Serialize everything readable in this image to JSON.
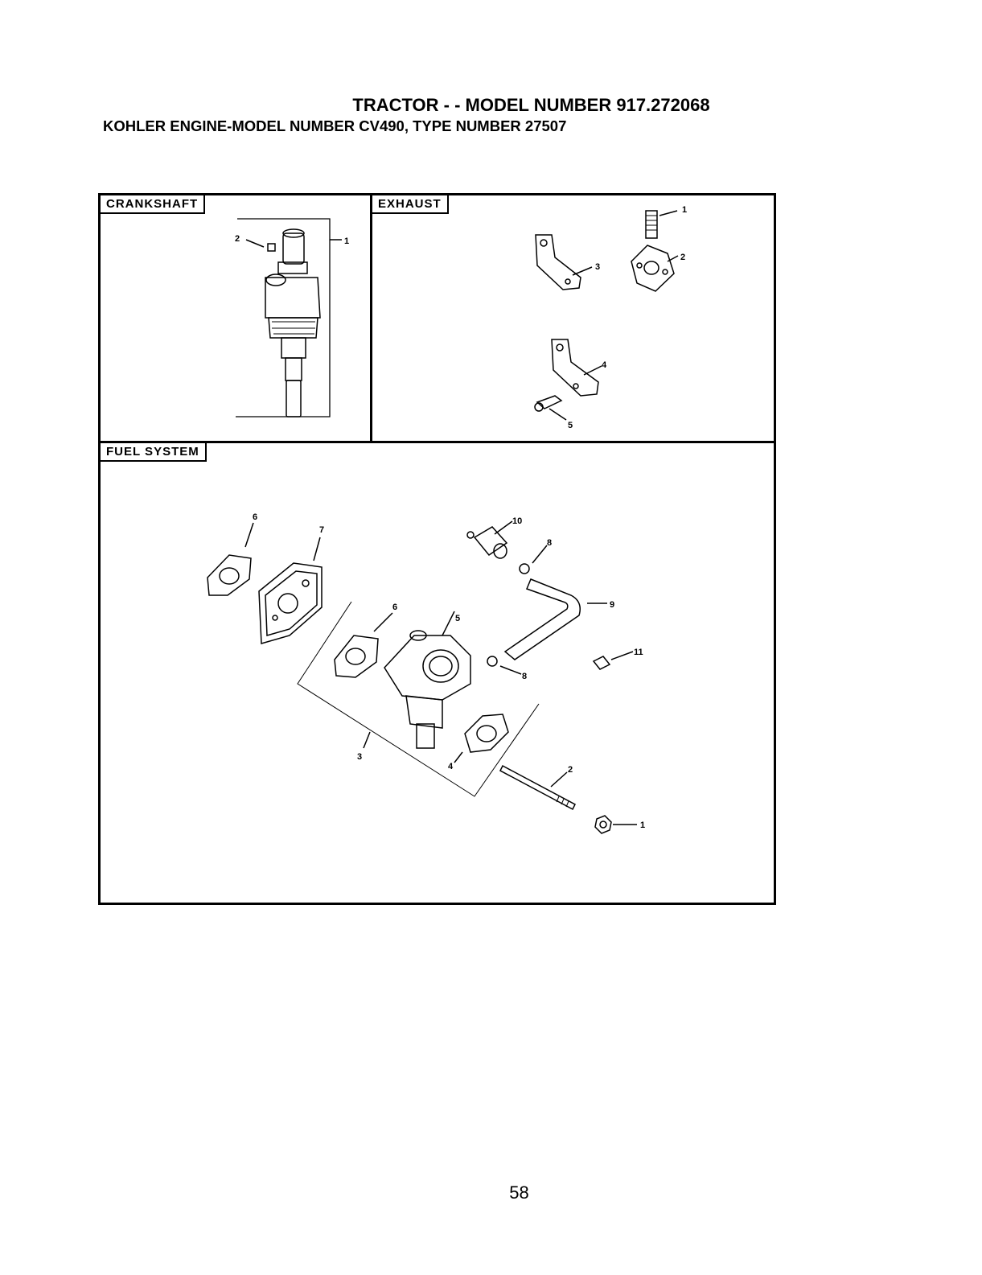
{
  "header": {
    "title": "TRACTOR - - MODEL NUMBER 917.272068",
    "subtitle": "KOHLER ENGINE-MODEL NUMBER CV490, TYPE NUMBER 27507"
  },
  "sections": {
    "crankshaft": {
      "label": "CRANKSHAFT",
      "callouts": [
        "1",
        "2"
      ]
    },
    "exhaust": {
      "label": "EXHAUST",
      "callouts": [
        "1",
        "2",
        "3",
        "4",
        "5"
      ]
    },
    "fuel_system": {
      "label": "FUEL SYSTEM",
      "callouts": [
        "6",
        "7",
        "10",
        "8",
        "9",
        "6",
        "5",
        "11",
        "8",
        "3",
        "4",
        "2",
        "1"
      ]
    }
  },
  "page_number": "58"
}
